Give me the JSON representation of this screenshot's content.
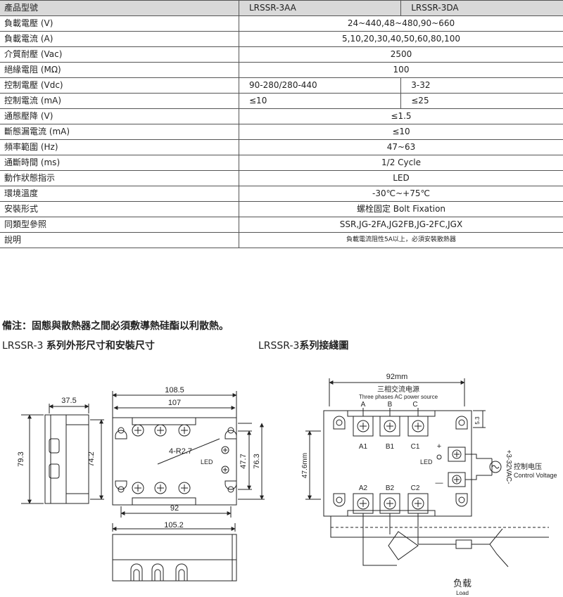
{
  "spec_table": {
    "header": {
      "label": "產品型號",
      "model_a": "LRSSR-3AA",
      "model_b": "LRSSR-3DA"
    },
    "rows": [
      {
        "label": "負載電壓 (V)",
        "value": "24~440,48~480,90~660"
      },
      {
        "label": "負載電流 (A)",
        "value": "5,10,20,30,40,50,60,80,100"
      },
      {
        "label": "介質耐壓 (Vac)",
        "value": "2500"
      },
      {
        "label": "絕緣電阻 (MΩ)",
        "value": "100"
      },
      {
        "label": "控制電壓 (Vdc)",
        "value_a": "90-280/280-440",
        "value_b": "3-32"
      },
      {
        "label": "控制電流 (mA)",
        "value_a": "≤10",
        "value_b": "≤25"
      },
      {
        "label": "通態壓降 (V)",
        "value": "≤1.5"
      },
      {
        "label": "斷態漏電流 (mA)",
        "value": "≤10"
      },
      {
        "label": "頻率範圍 (Hz)",
        "value": "47~63"
      },
      {
        "label": "通斷時間 (ms)",
        "value": "1/2 Cycle"
      },
      {
        "label": "動作狀態指示",
        "value": "LED"
      },
      {
        "label": "環境溫度",
        "value": "-30℃~+75℃"
      },
      {
        "label": "安裝形式",
        "value": "螺栓固定 Bolt Fixation"
      },
      {
        "label": "同類型參照",
        "value": "SSR,JG-2FA,JG2FB,JG-2FC,JGX"
      },
      {
        "label": "說明",
        "value": "負載電流阻性5A以上，必須安裝散熱器"
      }
    ]
  },
  "note": "備注：固態與散熱器之間必須敷導熱硅酯以利散熱。",
  "dimension_section": {
    "prefix": "LRSSR-3 ",
    "title": "系列外形尺寸和安裝尺寸"
  },
  "wiring_section": {
    "prefix": "LRSSR-3",
    "title": "系列接綫圖"
  },
  "dimensions": {
    "side_width": "37.5",
    "side_height": "79.3",
    "side_inner": "74.2",
    "overall_width": "108.5",
    "body_width": "107",
    "radius": "4-R2.7",
    "led": "LED",
    "hole_spacing_v": "47.7",
    "overall_height": "76.3",
    "hole_spacing_h": "92",
    "bottom_width": "105.2"
  },
  "wiring": {
    "width": "92mm",
    "power_cn": "三相交流电源",
    "power_en": "Three phases AC power source",
    "terminals_top": [
      "A",
      "B",
      "C"
    ],
    "terminals_top_num": [
      "A1",
      "B1",
      "C1"
    ],
    "terminals_bottom_num": [
      "A2",
      "B2",
      "C2"
    ],
    "plus": "+",
    "minus": "—",
    "led": "LED",
    "gap": "5.3",
    "height": "47.6mm",
    "control_range": "+3-32VAC-",
    "control_cn": "控制电压",
    "control_en": "Control Voltage",
    "load_cn": "负载",
    "load_en": "Load"
  }
}
